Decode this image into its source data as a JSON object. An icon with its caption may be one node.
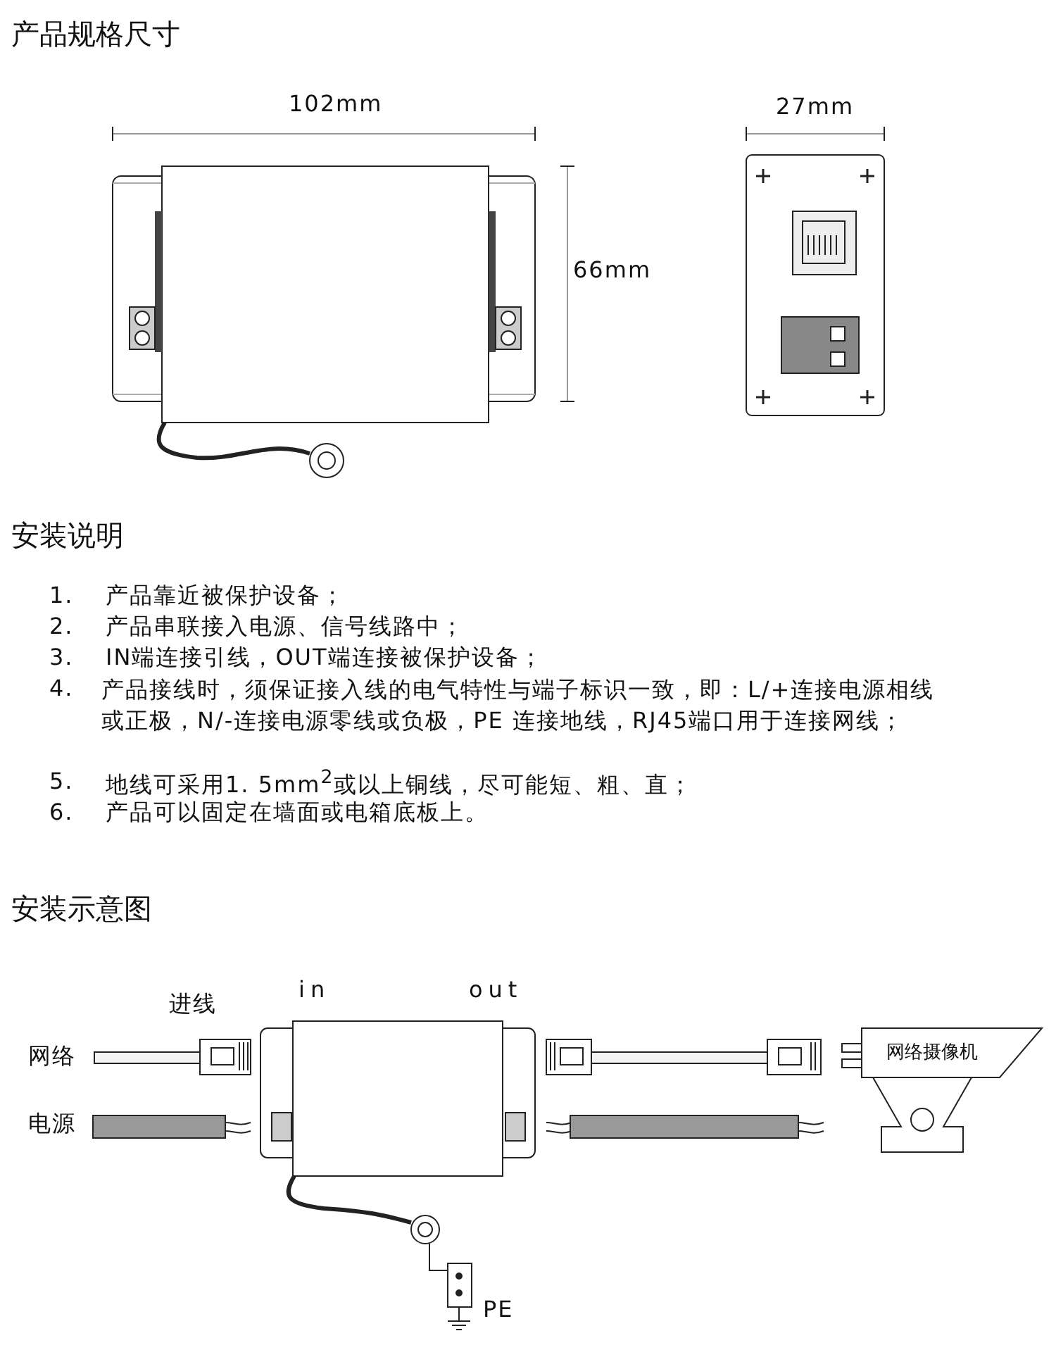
{
  "diagram": {
    "nodes": [
      {
        "text": [
          "网络摄像机"
        ]
      }
    ],
    "edges": [],
    "labels": [
      "产品规格尺寸",
      "102mm",
      "27mm",
      "66mm",
      "安装说明",
      "1.",
      "产品靠近被保护设备；",
      "2.",
      "产品串联接入电源、信号线路中；",
      "3.",
      "IN端连接引线，OUT端连接被保护设备；",
      "4.",
      "产品接线时，须保证接入线的电气特性与端子标识一致，即：L/+连接电源相线或正极，N/-连接电源零线或负极，PE 连接地线，RJ45端口用于连接网线；",
      "5.",
      "地线可采用1. 5mm$^{2}$或以上铜线，尽可能短、粗、直；",
      "6.",
      "产品可以固定在墙面或电箱底板上。",
      "安装示意图",
      "进线",
      "in",
      "out",
      "网络",
      "电源",
      "PE"
    ]
  }
}
